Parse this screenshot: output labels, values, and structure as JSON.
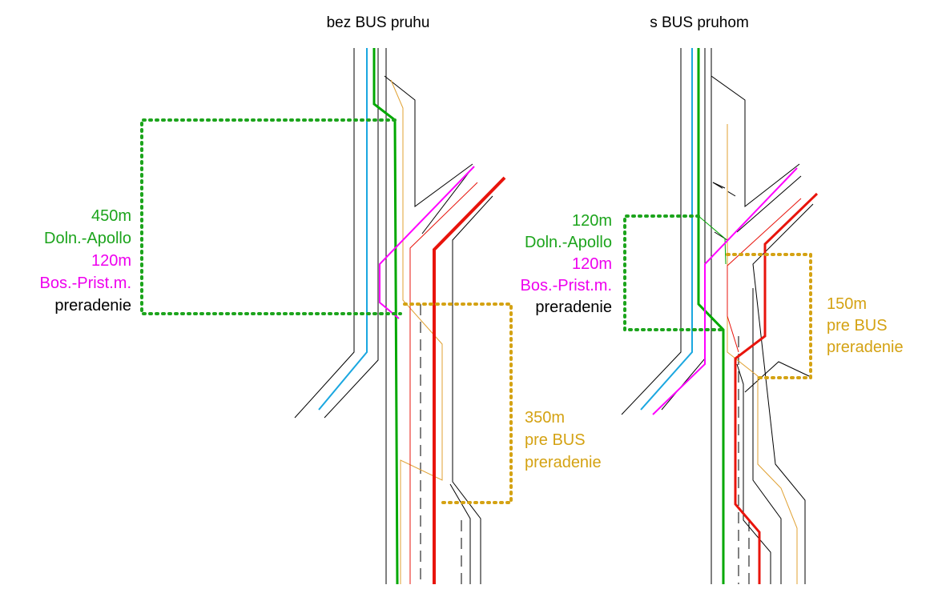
{
  "colors": {
    "road": "#000000",
    "green": "#00a800",
    "magenta": "#ff00ff",
    "cyan": "#1aa7e0",
    "red": "#e8140c",
    "orange": "#e0a030",
    "gold": "#d4a213",
    "text_black": "#000000",
    "text_green": "#1ca41c",
    "text_magenta": "#ee00ee",
    "text_gold": "#d4a213"
  },
  "left_panel": {
    "title": "bez BUS pruhu",
    "labels": {
      "green_distance": "450m",
      "green_route": "Doln.-Apollo",
      "magenta_distance": "120m",
      "magenta_route": "Bos.-Prist.m.",
      "merge_text": "preradenie",
      "bus_distance": "350m",
      "bus_line1": "pre BUS",
      "bus_line2": "preradenie"
    }
  },
  "right_panel": {
    "title": "s BUS pruhom",
    "labels": {
      "green_distance": "120m",
      "green_route": "Doln.-Apollo",
      "magenta_distance": "120m",
      "magenta_route": "Bos.-Prist.m.",
      "merge_text": "preradenie",
      "bus_distance": "150m",
      "bus_line1": "pre BUS",
      "bus_line2": "preradenie"
    }
  }
}
